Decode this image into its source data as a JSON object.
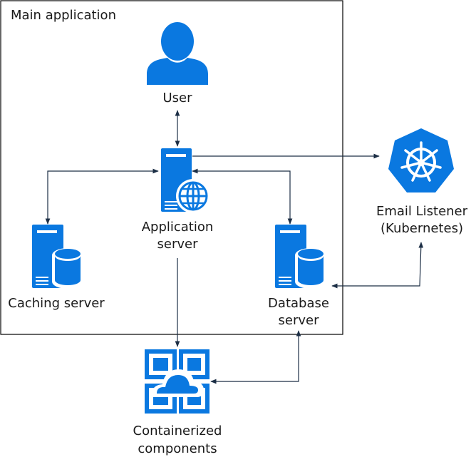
{
  "container": {
    "title": "Main application"
  },
  "nodes": {
    "user": {
      "label": "User",
      "icon": "user-icon"
    },
    "app_server": {
      "label_lines": [
        "Application",
        "server"
      ],
      "icon": "web-server-icon"
    },
    "caching_server": {
      "label": "Caching server",
      "icon": "database-server-icon"
    },
    "database_server": {
      "label_lines": [
        "Database",
        "server"
      ],
      "icon": "database-server-icon"
    },
    "email_listener": {
      "label_lines": [
        "Email Listener",
        "(Kubernetes)"
      ],
      "icon": "kubernetes-icon"
    },
    "containerized": {
      "label_lines": [
        "Containerized",
        "components"
      ],
      "icon": "cloud-container-icon"
    }
  },
  "colors": {
    "icon_blue": "#0a78e0",
    "line": "#1c2e45",
    "border": "#000000"
  }
}
